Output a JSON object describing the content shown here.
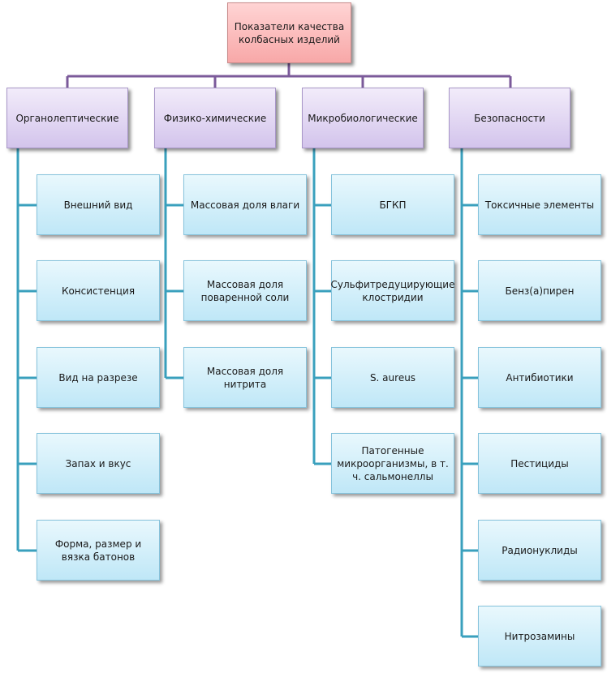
{
  "root": "Показатели качества колбасных изделий",
  "categories": [
    {
      "label": "Органолептические",
      "items": [
        "Внешний вид",
        "Консистенция",
        "Вид на разрезе",
        "Запах и вкус",
        "Форма, размер и вязка батонов"
      ]
    },
    {
      "label": "Физико-химические",
      "items": [
        "Массовая доля влаги",
        "Массовая доля поваренной соли",
        "Массовая доля нитрита"
      ]
    },
    {
      "label": "Микробиологические",
      "items": [
        "БГКП",
        "Сульфитредуцирующие клостридии",
        "S. aureus",
        "Патогенные микроорганизмы, в т. ч. сальмонеллы"
      ]
    },
    {
      "label": "Безопасности",
      "items": [
        "Токсичные элементы",
        "Бенз(а)пирен",
        "Антибиотики",
        "Пестициды",
        "Радионуклиды",
        "Нитрозамины"
      ]
    }
  ],
  "colors": {
    "root_connector": "#7b5a9a",
    "leaf_connector": "#3aa0bd"
  }
}
